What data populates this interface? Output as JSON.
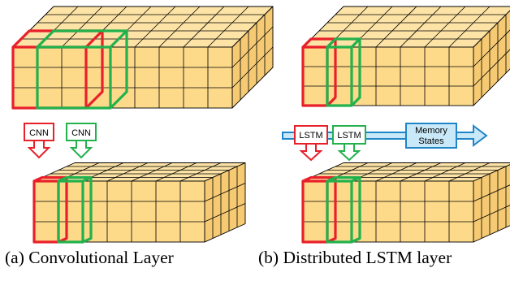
{
  "captions": {
    "a": "(a) Convolutional Layer",
    "b": "(b) Distributed LSTM layer"
  },
  "labels": {
    "cnn_left": "CNN",
    "cnn_right": "CNN",
    "lstm_left": "LSTM",
    "lstm_right": "LSTM",
    "memory_line1": "Memory",
    "memory_line2": "States"
  },
  "colors": {
    "cell_fill": "#fdd98a",
    "cell_top": "#fde3a6",
    "cell_side": "#f6ca73",
    "grid_line": "#000000",
    "red": "#e8202a",
    "green": "#22b14c",
    "blue_fill": "#c9e9f9",
    "blue_stroke": "#1f85c7"
  }
}
